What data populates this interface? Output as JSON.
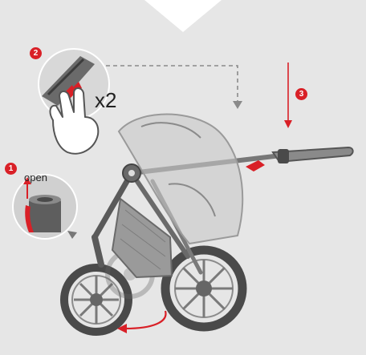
{
  "steps": [
    {
      "number": "1",
      "label": "open"
    },
    {
      "number": "2",
      "label": "x2"
    },
    {
      "number": "3"
    }
  ],
  "colors": {
    "background": "#e6e6e6",
    "accent_red": "#d92027",
    "frame_dark": "#555555",
    "hood_light": "#c8c8c8"
  },
  "icons": [
    "hand-press-icon",
    "fold-arrow-icon",
    "rotate-arrow-icon",
    "down-arrow-icon",
    "dashed-arrow-icon"
  ]
}
